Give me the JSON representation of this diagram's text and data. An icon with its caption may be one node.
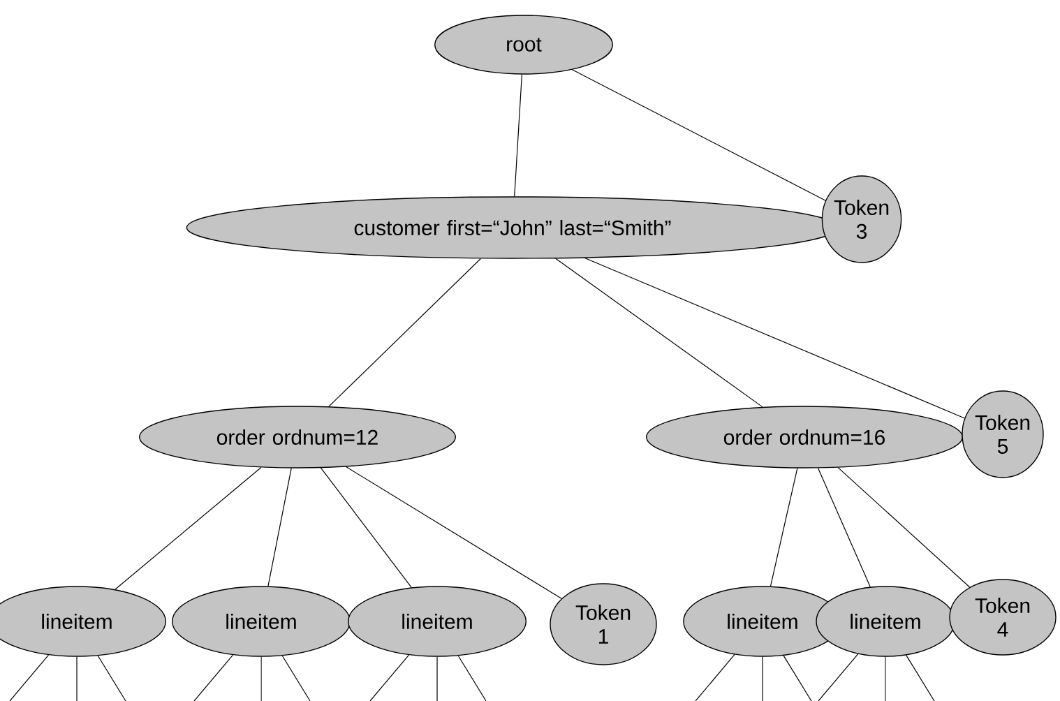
{
  "diagram": {
    "nodes": [
      {
        "text": [
          "root"
        ]
      },
      {
        "text": [
          "customer first=“John” last=“Smith”"
        ]
      },
      {
        "text": [
          "Token 3"
        ]
      },
      {
        "text": [
          "order ordnum=12"
        ]
      },
      {
        "text": [
          "order ordnum=16"
        ]
      },
      {
        "text": [
          "Token 5"
        ]
      },
      {
        "text": [
          "lineitem"
        ]
      },
      {
        "text": [
          "lineitem"
        ]
      },
      {
        "text": [
          "lineitem"
        ]
      },
      {
        "text": [
          "Token 1"
        ]
      },
      {
        "text": [
          "lineitem"
        ]
      },
      {
        "text": [
          "lineitem"
        ]
      },
      {
        "text": [
          "Token 4"
        ]
      }
    ],
    "edges": [
      {
        "from": 0,
        "to": 1,
        "arrow": "none"
      },
      {
        "from": 0,
        "to": 2,
        "arrow": "none"
      },
      {
        "from": 1,
        "to": 3,
        "arrow": "none"
      },
      {
        "from": 1,
        "to": 4,
        "arrow": "none"
      },
      {
        "from": 1,
        "to": 5,
        "arrow": "none"
      },
      {
        "from": 3,
        "to": 6,
        "arrow": "none"
      },
      {
        "from": 3,
        "to": 7,
        "arrow": "none"
      },
      {
        "from": 3,
        "to": 8,
        "arrow": "none"
      },
      {
        "from": 3,
        "to": 9,
        "arrow": "none"
      },
      {
        "from": 4,
        "to": 10,
        "arrow": "none"
      },
      {
        "from": 4,
        "to": 11,
        "arrow": "none"
      },
      {
        "from": 4,
        "to": 12,
        "arrow": "none"
      },
      {
        "from": 6,
        "to": null,
        "arrow": "none"
      },
      {
        "from": 6,
        "to": null,
        "arrow": "none"
      },
      {
        "from": 6,
        "to": null,
        "arrow": "none"
      },
      {
        "from": 7,
        "to": null,
        "arrow": "none"
      },
      {
        "from": 7,
        "to": null,
        "arrow": "none"
      },
      {
        "from": 7,
        "to": null,
        "arrow": "none"
      },
      {
        "from": 8,
        "to": null,
        "arrow": "none"
      },
      {
        "from": 8,
        "to": null,
        "arrow": "none"
      },
      {
        "from": 8,
        "to": null,
        "arrow": "none"
      },
      {
        "from": 10,
        "to": null,
        "arrow": "none"
      },
      {
        "from": 10,
        "to": null,
        "arrow": "none"
      },
      {
        "from": 10,
        "to": null,
        "arrow": "none"
      },
      {
        "from": 11,
        "to": null,
        "arrow": "none"
      },
      {
        "from": 11,
        "to": null,
        "arrow": "none"
      },
      {
        "from": 11,
        "to": null,
        "arrow": "none"
      }
    ]
  }
}
